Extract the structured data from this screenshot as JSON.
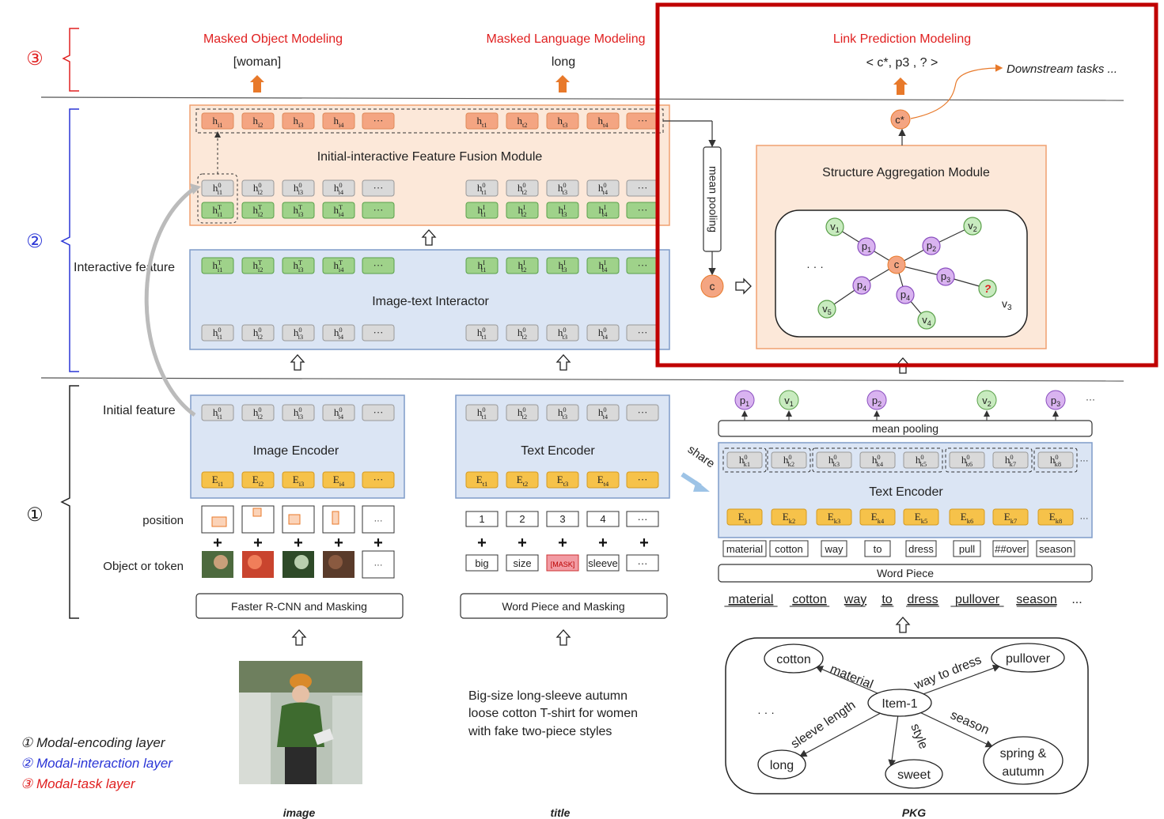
{
  "layers": {
    "task": {
      "marker": "③"
    },
    "interaction": {
      "marker": "②"
    },
    "encoding": {
      "marker": "①"
    }
  },
  "task": {
    "mom_title": "Masked Object Modeling",
    "mom_out": "[woman]",
    "mlm_title": "Masked Language Modeling",
    "mlm_out": "long",
    "lpm_title": "Link Prediction Modeling",
    "lpm_out": "< c*, p3 , ? >",
    "downstream": "Downstream tasks ...",
    "c_star": "c*"
  },
  "fusion": {
    "title": "Initial-interactive Feature Fusion Module",
    "top_img": [
      "hi1",
      "hi2",
      "hi3",
      "hi4",
      "···"
    ],
    "top_txt": [
      "ht1",
      "ht2",
      "ht3",
      "ht4",
      "···"
    ],
    "row0_img": [
      "h0i1",
      "h0i2",
      "h0i3",
      "h0i4",
      "···"
    ],
    "row0_txt": [
      "h0t1",
      "h0t2",
      "h0t3",
      "h0t4",
      "···"
    ],
    "rowT_img": [
      "hTi1",
      "hTi2",
      "hTi3",
      "hTi4",
      "···"
    ],
    "rowT_txt": [
      "hIt1",
      "hIt2",
      "hIt3",
      "hIt4",
      "···"
    ]
  },
  "interactor": {
    "title": "Image-text Interactor",
    "side_label": "Interactive feature",
    "top_img": [
      "hTi1",
      "hTi2",
      "hTi3",
      "hTi4",
      "···"
    ],
    "top_txt": [
      "hIt1",
      "hIt2",
      "hIt3",
      "hIt4",
      "···"
    ],
    "bot_img": [
      "h0i1",
      "h0i2",
      "h0i3",
      "h0i4",
      "···"
    ],
    "bot_txt": [
      "h0t1",
      "h0t2",
      "h0t3",
      "h0t4",
      "···"
    ]
  },
  "mean_pool_vertical": "mean pooling",
  "c_node": "c",
  "structure": {
    "title": "Structure Aggregation Module",
    "center": "c",
    "nodes": {
      "p1": "p1",
      "p2": "p2",
      "p3": "p3",
      "p4a": "p4",
      "p4b": "p4",
      "v1": "v1",
      "v2": "v2",
      "v3": "v3",
      "v4": "v4",
      "v5": "v5",
      "q": "?"
    },
    "ellipsis": "· · ·"
  },
  "image_encoder": {
    "title": "Image Encoder",
    "side_label": "Initial feature",
    "h": [
      "h0i1",
      "h0i2",
      "h0i3",
      "h0i4",
      "···"
    ],
    "e": [
      "Ei1",
      "Ei2",
      "Ei3",
      "Ei4",
      "···"
    ]
  },
  "text_encoder": {
    "title": "Text Encoder",
    "h": [
      "h0t1",
      "h0t2",
      "h0t3",
      "h0t4",
      "···"
    ],
    "e": [
      "Et1",
      "Et2",
      "Et3",
      "Et4",
      "···"
    ]
  },
  "inputs": {
    "position_label": "position",
    "object_label": "Object or token",
    "positions_txt": [
      "1",
      "2",
      "3",
      "4",
      "···"
    ],
    "tokens": [
      "big",
      "size",
      "[MASK]",
      "sleeve",
      "···"
    ],
    "img_ellipsis": "···",
    "faster_rcnn": "Faster R-CNN and Masking",
    "word_piece_masking": "Word Piece and Masking",
    "title_text": [
      "Big-size   long-sleeve   autumn",
      "loose cotton T-shirt for women",
      "with fake two-piece styles"
    ],
    "image_caption": "image",
    "title_caption": "title",
    "pkg_caption": "PKG"
  },
  "pkg_encoder": {
    "share": "share",
    "mean_pooling": "mean pooling",
    "title": "Text Encoder",
    "outputs": [
      "p1",
      "v1",
      "p2",
      "v2",
      "p3"
    ],
    "out_ellipsis": "···",
    "h": [
      "h0k1",
      "h0k2",
      "h0k3",
      "h0k4",
      "h0k5",
      "h0k6",
      "h0k7",
      "h0k8"
    ],
    "e": [
      "Ek1",
      "Ek2",
      "Ek3",
      "Ek4",
      "Ek5",
      "Ek6",
      "Ek7",
      "Ek8"
    ],
    "pieces": [
      "material",
      "cotton",
      "way",
      "to",
      "dress",
      "pull",
      "##over",
      "season"
    ],
    "word_piece": "Word Piece",
    "words": [
      "material",
      "cotton",
      "way",
      "to",
      "dress",
      "pullover",
      "season",
      "..."
    ]
  },
  "graph": {
    "center": "Item-1",
    "nodes": [
      "cotton",
      "pullover",
      "long",
      "sweet",
      "spring &",
      "autumn"
    ],
    "edges": [
      "material",
      "way to dress",
      "sleeve length",
      "style",
      "season"
    ],
    "ellipsis": "· · ·"
  },
  "legend": [
    {
      "text": "① Modal-encoding layer",
      "color": "#222222"
    },
    {
      "text": "② Modal-interaction layer",
      "color": "#2a35d6"
    },
    {
      "text": "③ Modal-task layer",
      "color": "#e02020"
    }
  ],
  "colors": {
    "task_red": "#e02020",
    "layer_blue": "#2a35d6",
    "highlight": "#c00000",
    "fusion_bg": "#fce8d9",
    "encoder_bg": "#dbe5f4",
    "orange_box": "#f4a582",
    "green_box": "#9fd28a",
    "gray_box": "#d9d9d9",
    "yellow_box": "#f6c24a",
    "arrow_orange": "#e8792a"
  }
}
